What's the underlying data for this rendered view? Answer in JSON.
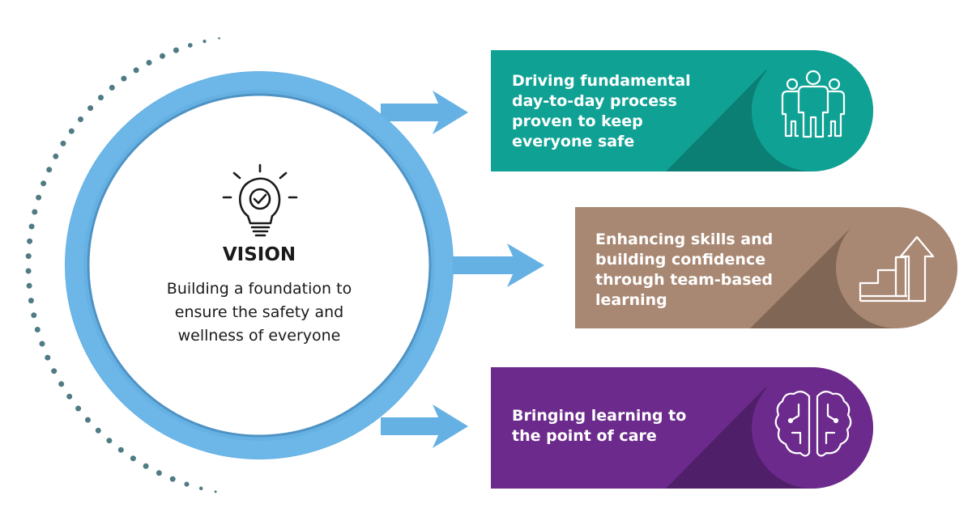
{
  "vision": {
    "title": "VISION",
    "description_lines": [
      "Building a foundation to",
      "ensure the safety and",
      "wellness of everyone"
    ],
    "icon": "lightbulb-check-icon"
  },
  "panels": [
    {
      "id": "safety",
      "lines": [
        "Driving fundamental",
        "day-to-day process",
        "proven to keep",
        "everyone safe"
      ],
      "icon": "people-group-icon",
      "color": "#0fa294",
      "shade_color": "#0b7f74"
    },
    {
      "id": "skills",
      "lines": [
        "Enhancing skills and",
        "building confidence",
        "through team-based",
        "learning"
      ],
      "icon": "growth-steps-arrow-icon",
      "color": "#a98873",
      "shade_color": "#7f6655"
    },
    {
      "id": "care",
      "lines": [
        "Bringing learning to",
        "the point of care"
      ],
      "icon": "brain-icon",
      "color": "#6c2a8c",
      "shade_color": "#4f1f6a"
    }
  ],
  "colors": {
    "ring": "#66b1e4",
    "ring_inner": "#4f93c4",
    "dots": "#4f7b84",
    "text_dark": "#1a1a1a"
  }
}
